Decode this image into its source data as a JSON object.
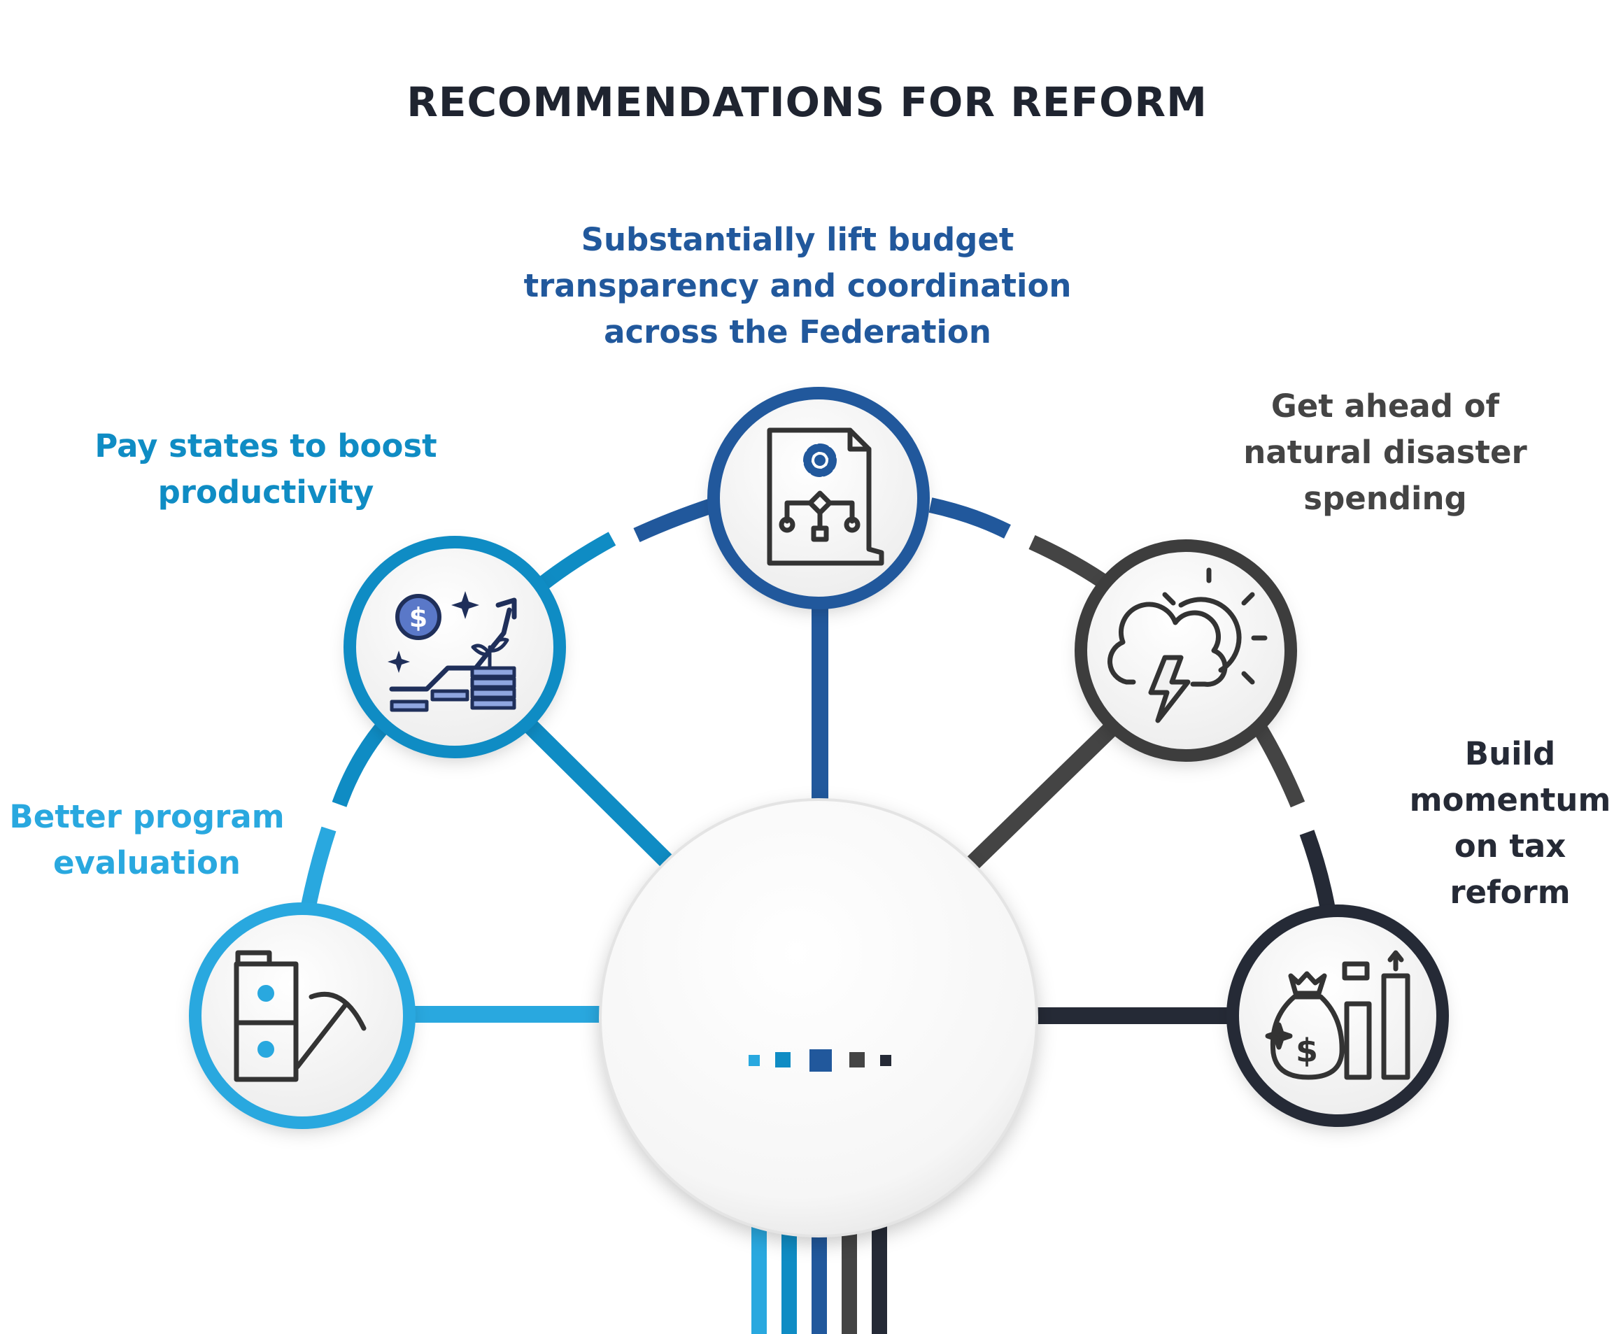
{
  "title": "RECOMMENDATIONS FOR REFORM",
  "colors": {
    "evaluation": "#29a8df",
    "productivity": "#0f8cc4",
    "transparency": "#21589c",
    "disaster": "#444444",
    "tax": "#252a36"
  },
  "items": [
    {
      "id": "evaluation",
      "lines": [
        "Better program",
        "evaluation"
      ],
      "icon": "document-pickaxe-icon"
    },
    {
      "id": "productivity",
      "lines": [
        "Pay states to boost",
        "productivity"
      ],
      "icon": "money-growth-icon"
    },
    {
      "id": "transparency",
      "lines": [
        "Substantially lift budget",
        "transparency and coordination",
        "across the Federation"
      ],
      "icon": "document-flowchart-icon"
    },
    {
      "id": "disaster",
      "lines": [
        "Get ahead of",
        "natural disaster",
        "spending"
      ],
      "icon": "storm-cloud-sun-icon"
    },
    {
      "id": "tax",
      "lines": [
        "Build",
        "momentum",
        "on tax",
        "reform"
      ],
      "icon": "money-bag-chart-icon"
    }
  ]
}
